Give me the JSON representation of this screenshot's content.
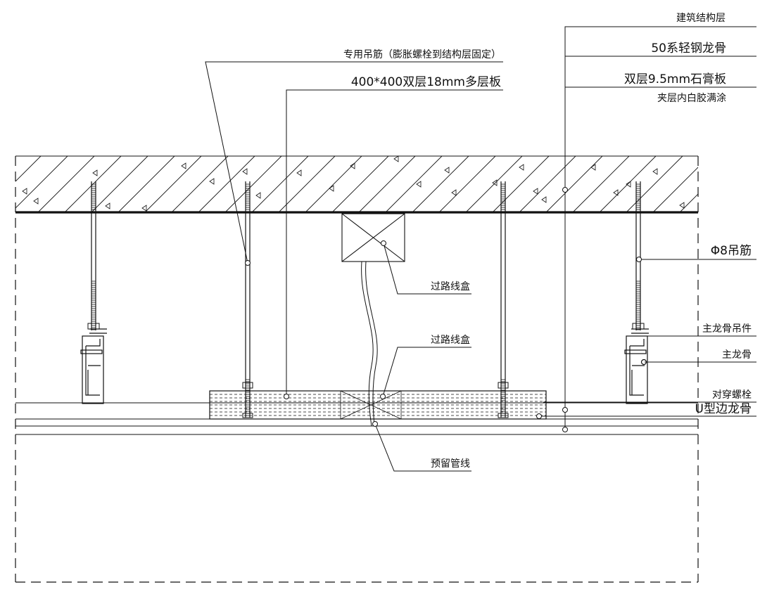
{
  "labels": {
    "structural_layer": "建筑结构层",
    "steel_keel": "50系轻钢龙骨",
    "gypsum_board": "双层9.5mm石膏板",
    "white_glue": "夹层内白胶满涂",
    "hanger_bar": "专用吊筋（膨胀螺栓到结构层固定）",
    "plywood": "400*400双层18mm多层板",
    "phi8_hanger": "Φ8吊筋",
    "junction_box_1": "过路线盒",
    "junction_box_2": "过路线盒",
    "main_keel_hanger": "主龙骨吊件",
    "main_keel": "主龙骨",
    "through_bolt": "对穿螺栓",
    "u_edge_keel": "U型边龙骨",
    "reserved_conduit": "预留管线"
  },
  "colors": {
    "line": "#111111",
    "background": "#ffffff"
  }
}
